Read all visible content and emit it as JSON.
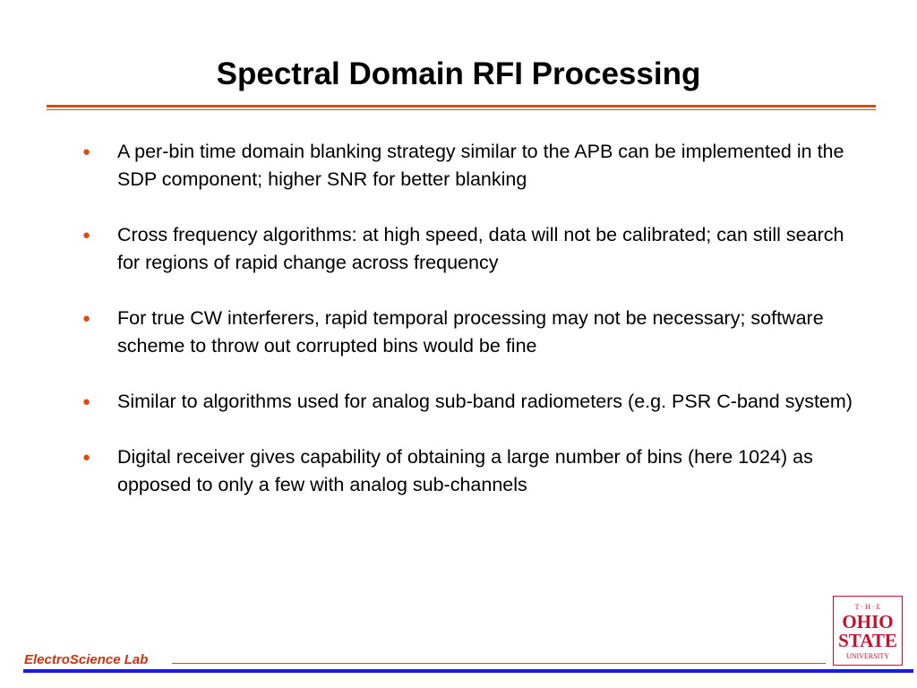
{
  "slide": {
    "title": "Spectral Domain RFI Processing",
    "bullets": [
      "A per-bin time domain blanking strategy similar to the APB can be implemented in the SDP component; higher SNR for better blanking",
      "Cross frequency algorithms: at high speed, data will not be calibrated; can still search for regions of rapid change across frequency",
      "For true CW interferers, rapid temporal processing may not be necessary; software scheme to throw out corrupted bins would be fine",
      "Similar to algorithms used for analog sub-band radiometers (e.g. PSR C-band system)",
      "Digital receiver gives capability of obtaining a large number of bins (here 1024) as opposed to only a few with analog sub-channels"
    ],
    "bullet_glyph": "●"
  },
  "footer": {
    "label": "ElectroScience Lab"
  },
  "logo": {
    "icon": "ohio-state-university-logo",
    "line1": "T · H · E",
    "line2": "OHIO",
    "line3": "STATE",
    "line4": "UNIVERSITY"
  },
  "colors": {
    "accent": "#e04a10",
    "footer_text": "#cc3311",
    "footer_rule": "#1a1ae6",
    "logo_red": "#c8102e"
  }
}
